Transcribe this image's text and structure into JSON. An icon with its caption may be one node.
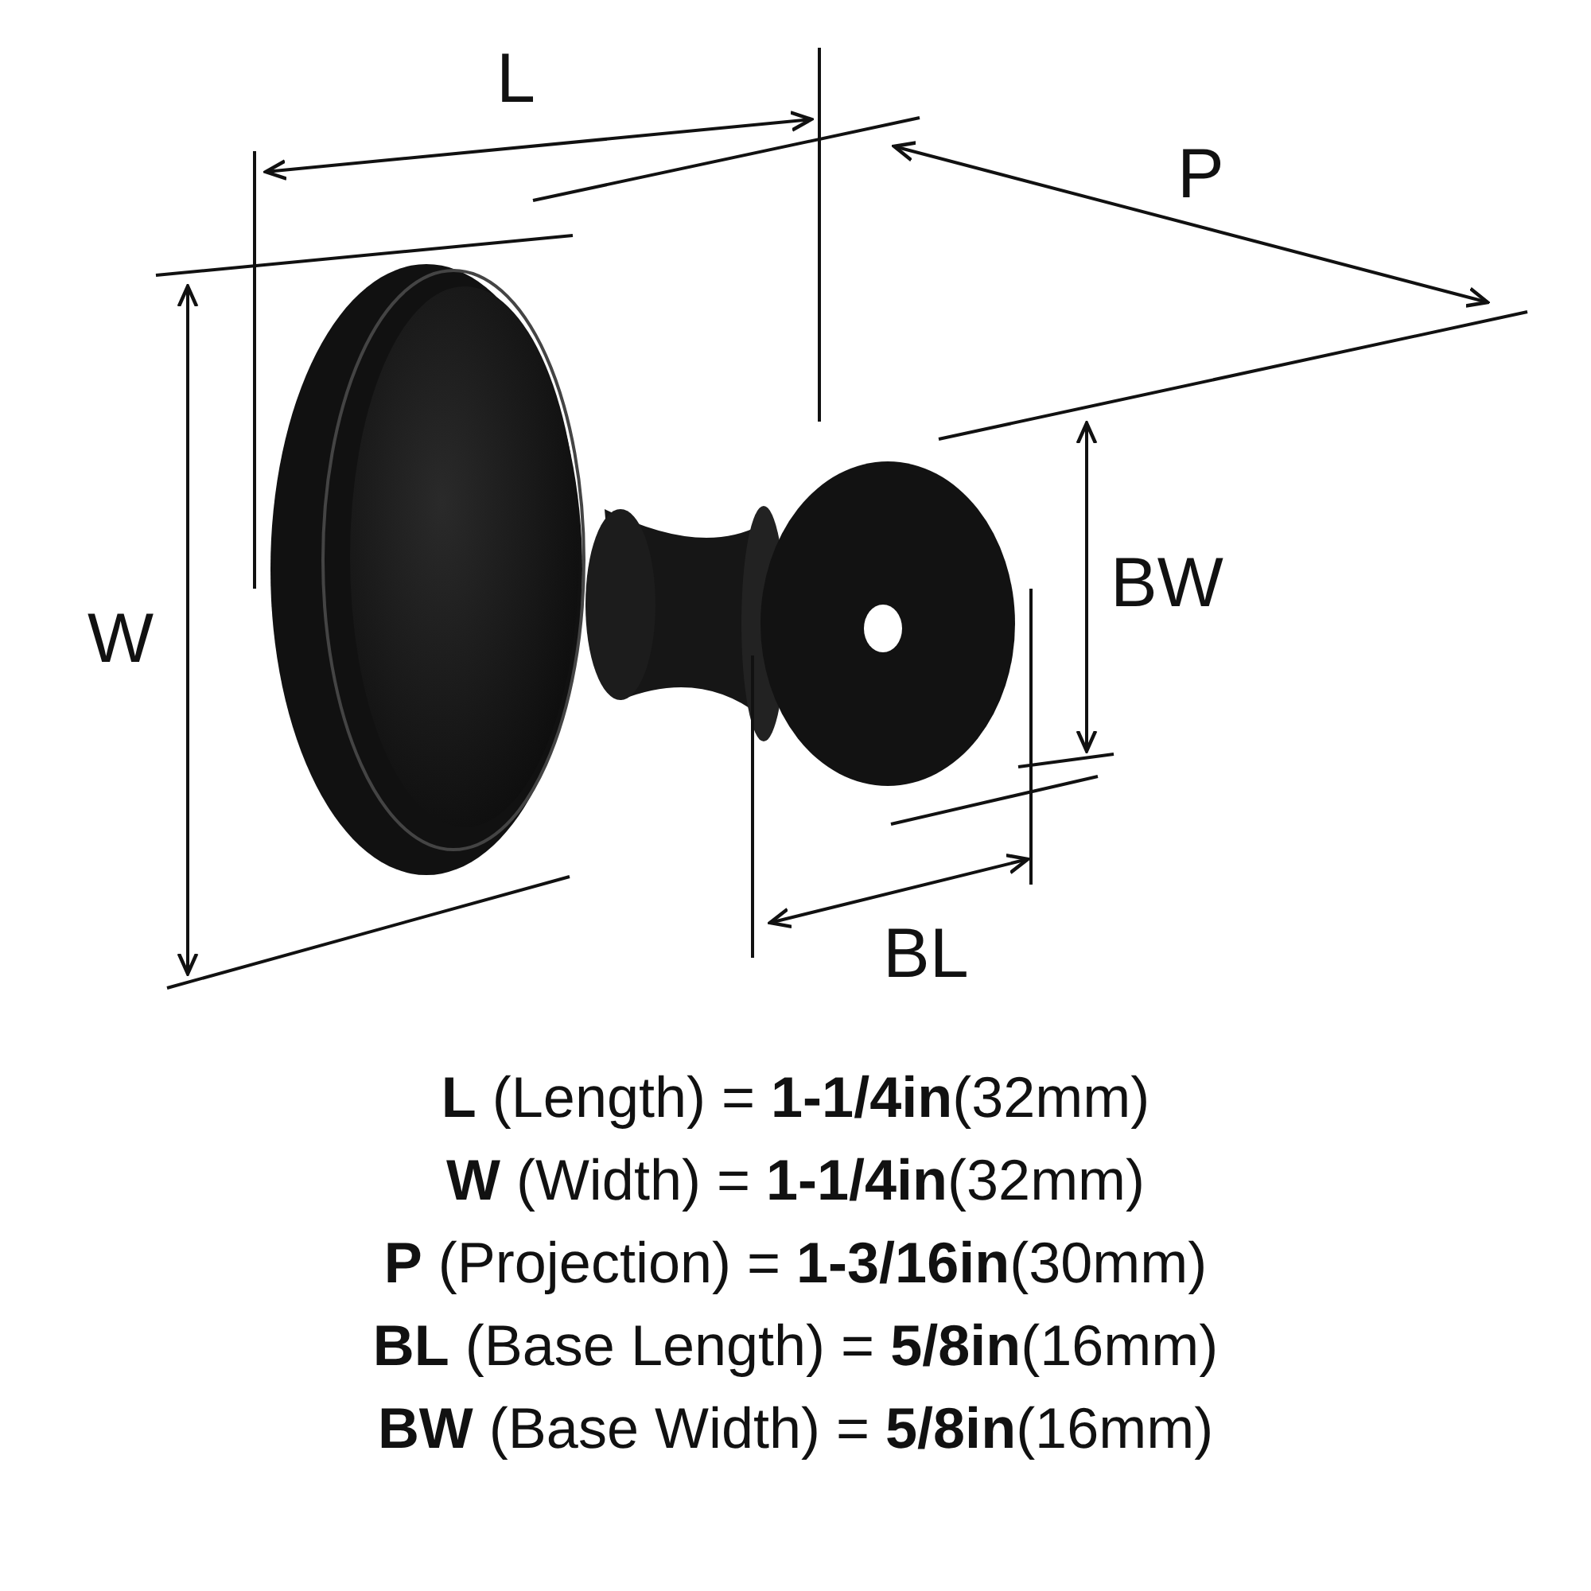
{
  "diagram": {
    "labels": [
      "L",
      "P",
      "W",
      "BW",
      "BL",
      "**L** (Length) = **1-1/4in**(32mm)",
      "**W** (Width) = **1-1/4in**(32mm)",
      "**P** (Projection) = **1-3/16in**(30mm)",
      "**BL** (Base Length) = **5/8in**(16mm)",
      "**BW** (Base Width) = **5/8in**(16mm)"
    ]
  }
}
